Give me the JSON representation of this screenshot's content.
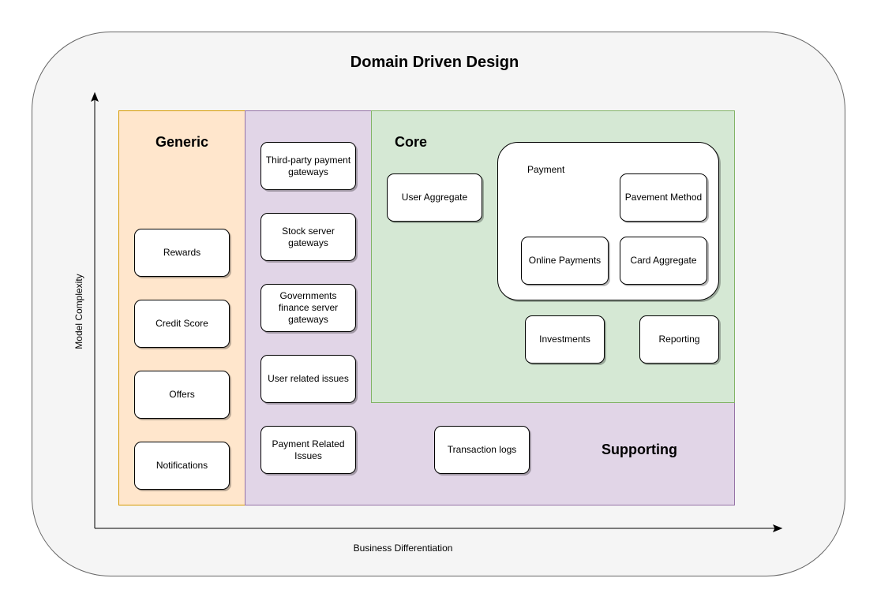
{
  "title": "Domain Driven Design",
  "axes": {
    "x_label": "Business Differentiation",
    "y_label": "Model Complexity"
  },
  "regions": {
    "generic": {
      "label": "Generic",
      "items": [
        "Rewards",
        "Credit Score",
        "Offers",
        "Notifications"
      ]
    },
    "supporting": {
      "label": "Supporting",
      "items": [
        "Third-party payment gateways",
        "Stock server gateways",
        "Governments finance server gateways",
        "User related issues",
        "Payment Related Issues",
        "Transaction logs"
      ]
    },
    "core": {
      "label": "Core",
      "items": [
        "User Aggregate",
        "Investments",
        "Reporting"
      ],
      "payment_group": {
        "label": "Payment",
        "items": [
          "Pavement Method",
          "Online Payments",
          "Card Aggregate"
        ]
      }
    }
  },
  "colors": {
    "generic_fill": "#ffe6cc",
    "generic_stroke": "#d79b00",
    "supporting_fill": "#e1d5e7",
    "supporting_stroke": "#9673a6",
    "core_fill": "#d5e8d4",
    "core_stroke": "#82b366",
    "frame_fill": "#f5f5f5"
  }
}
